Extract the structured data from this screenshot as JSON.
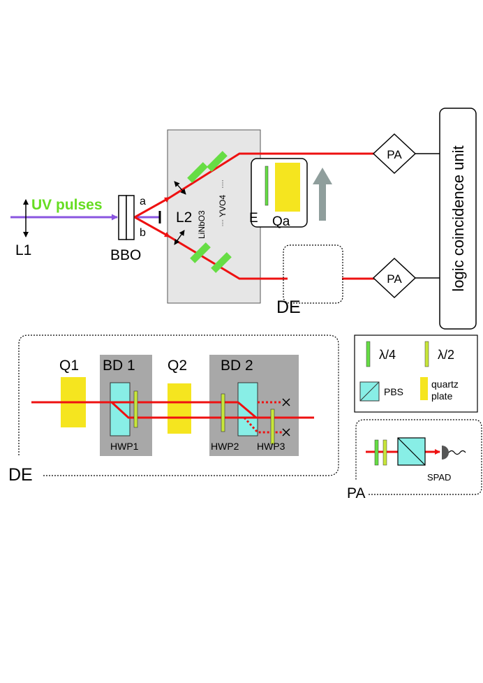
{
  "top": {
    "beam_label": "UV pulses",
    "lens1_label": "L1",
    "crystal_label": "BBO",
    "path_a_label": "a",
    "path_b_label": "b",
    "lens2_label": "L2",
    "linbo3_label": "LiNbO3",
    "yvo4_label": "YVO4",
    "e_label": "E",
    "qa_label": "Qa",
    "de_label": "DE",
    "pa_top_label": "PA",
    "pa_bottom_label": "PA",
    "coincidence_label": "logic coincidence unit"
  },
  "de_detail": {
    "de_label": "DE",
    "q1_label": "Q1",
    "bd1_label": "BD 1",
    "q2_label": "Q2",
    "bd2_label": "BD 2",
    "hwp1_label": "HWP1",
    "hwp2_label": "HWP2",
    "hwp3_label": "HWP3"
  },
  "legend": {
    "quarter_wave_label": "λ/4",
    "half_wave_label": "λ/2",
    "pbs_label": "PBS",
    "quartz_label_line1": "quartz",
    "quartz_label_line2": "plate"
  },
  "pa_detail": {
    "pa_label": "PA",
    "spad_label": "SPAD"
  },
  "colors": {
    "uv_beam": "#8a55e0",
    "beam": "#ee1111",
    "uv_text": "#66dd22",
    "waveplate_green": "#66dd44",
    "quartz_yellow": "#f5e51f",
    "pbs_cyan": "#88eee6",
    "panel_gray": "#a8a8a8",
    "box_gray": "#e6e6e6",
    "arrow_gray": "#8f9e9c"
  }
}
